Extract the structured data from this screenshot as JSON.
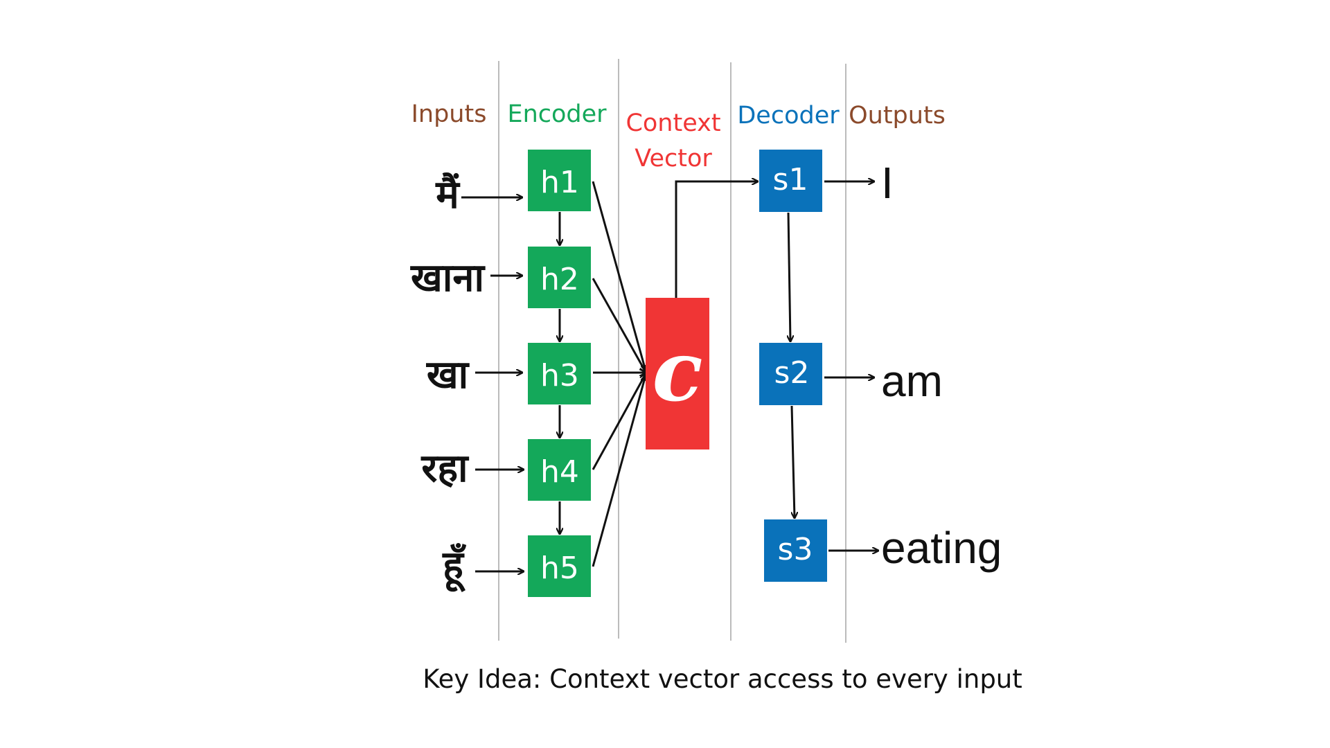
{
  "columns": {
    "inputs": "Inputs",
    "encoder": "Encoder",
    "context_line1": "Context",
    "context_line2": "Vector",
    "decoder": "Decoder",
    "outputs": "Outputs"
  },
  "inputs": [
    "मैं",
    "खाना",
    "खा",
    "रहा",
    "हूँ"
  ],
  "encoder_states": [
    "h1",
    "h2",
    "h3",
    "h4",
    "h5"
  ],
  "context": "c",
  "decoder_states": [
    "s1",
    "s2",
    "s3"
  ],
  "outputs": [
    "I",
    "am",
    "eating"
  ],
  "caption": "Key Idea: Context vector access to every input",
  "colors": {
    "inputs_header": "#8B4A2B",
    "outputs_header": "#8B4A2B",
    "encoder": "#14A85A",
    "context": "#F03535",
    "decoder": "#0A72BA",
    "divider": "#BBBBBB",
    "arrow": "#111111"
  }
}
